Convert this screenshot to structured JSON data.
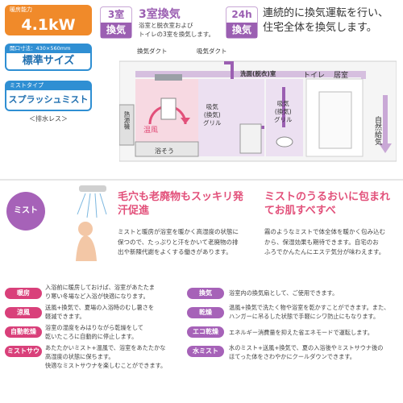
{
  "specs": {
    "heating_label": "暖房能力",
    "heating_value": "4.1kW",
    "opening_label": "開口寸法：430×560mm",
    "size_value": "標準サイズ",
    "mist_type_label": "ミストタイプ",
    "mist_type_value": "スプラッシュミスト",
    "no_drain": "＜排水レス＞"
  },
  "header": {
    "badge_top": "3室",
    "badge_bottom": "換気",
    "title": "3室換気",
    "desc": [
      "浴室と脱衣室および",
      "トイレの3室を換気します。"
    ],
    "badge2_top": "24h",
    "badge2_bottom": "換気",
    "tagline": [
      "連続的に換気運転を行い、",
      "住宅全体を換気します。"
    ]
  },
  "diagram": {
    "duct1": "換気ダクト",
    "duct2": "吸気ダクト",
    "dressing": "洗面(脱衣)室",
    "toilet": "トイレ",
    "living": "居室",
    "heat_unit": "熱源機",
    "warm_air": "温風",
    "bathtub": "浴そう",
    "grille1": [
      "吸気",
      "(換気)",
      "グリル"
    ],
    "grille2": [
      "吸気",
      "(換気)",
      "グリル"
    ],
    "natural": "自然給気"
  },
  "mist": {
    "label": "ミスト",
    "head1": [
      "毛穴も老廃物もスッキリ発",
      "汗促進"
    ],
    "head2": [
      "ミストのうるおいに包まれ",
      "てお肌すべすべ"
    ],
    "body1": [
      "ミストと暖房が浴室を暖かく高湿度の状態に",
      "保つので、たっぷりと汗をかいて老廃物の排",
      "出や新陳代謝をよくする働きがあります。"
    ],
    "body2": [
      "霧のようなミストで体全体を暖かく包み込む",
      "から、保湿効果も期待できます。自宅のお",
      "ふろでかんたんにエステ気分が味わえます。"
    ]
  },
  "features_left": [
    {
      "label": "暖房",
      "text": [
        "入浴前に暖房しておけば、浴室があたたま",
        "り寒い冬場など入浴が快適になります。"
      ]
    },
    {
      "label": "涼風",
      "text": [
        "送風+換気で、夏場の入浴時のむし暑さを",
        "軽減できます。"
      ]
    },
    {
      "label": "自動乾燥",
      "text": [
        "浴室の湿度をみはりながら乾燥をして",
        "乾いたころに自動的に停止します。"
      ]
    },
    {
      "label": "ミストサウナ",
      "text": [
        "あたたかいミスト+温風で、浴室をあたたかな",
        "高湿度の状態に保ちます。",
        "快適なミストサウナを楽しむことができます。"
      ]
    }
  ],
  "features_right": [
    {
      "label": "換気",
      "text": [
        "浴室内の換気扇として、ご使用できます。"
      ]
    },
    {
      "label": "乾燥",
      "text": [
        "温風+換気で洗たく物や浴室を乾かすことができます。また、",
        "ハンガーに吊るした状態で手軽にシワ防止にもなります。"
      ]
    },
    {
      "label": "エコ乾燥",
      "text": [
        "エネルギー消費量を抑えた省エネモードで運転します。"
      ]
    },
    {
      "label": "水ミスト",
      "text": [
        "水のミスト+送風+換気で、夏の入浴後やミストサウナ後の",
        "ほてった体をさわやかにクールダウンできます。"
      ]
    }
  ],
  "colors": {
    "accent_purple": "#9b5fb2",
    "accent_pink": "#e2507a",
    "orange": "#f08a2a",
    "blue": "#2f8fd3"
  }
}
